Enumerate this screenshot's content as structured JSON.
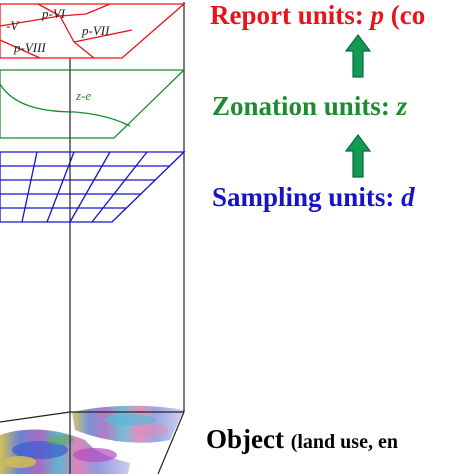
{
  "labels": {
    "report_prefix": "Report units: ",
    "report_symbol": "p",
    "report_suffix": " (co",
    "zonation_prefix": "Zonation units: ",
    "zonation_symbol": "z",
    "sampling_prefix": "Sampling units: ",
    "sampling_symbol": "d",
    "object_main": "Object ",
    "object_paren": "(land use, en"
  },
  "layer_labels": {
    "report_v": "-V",
    "report_vi": "p-VI",
    "report_vii": "p-VII",
    "report_viii": "p-VIII",
    "zone_e": "z-e"
  },
  "colors": {
    "report": "#e8141b",
    "zonation": "#1f8a2e",
    "sampling": "#1414c8",
    "arrow_fill": "#129a55",
    "arrow_stroke": "#0b6b3a",
    "frame": "#222222"
  },
  "icons": {
    "up_arrow": "up-arrow-icon"
  }
}
